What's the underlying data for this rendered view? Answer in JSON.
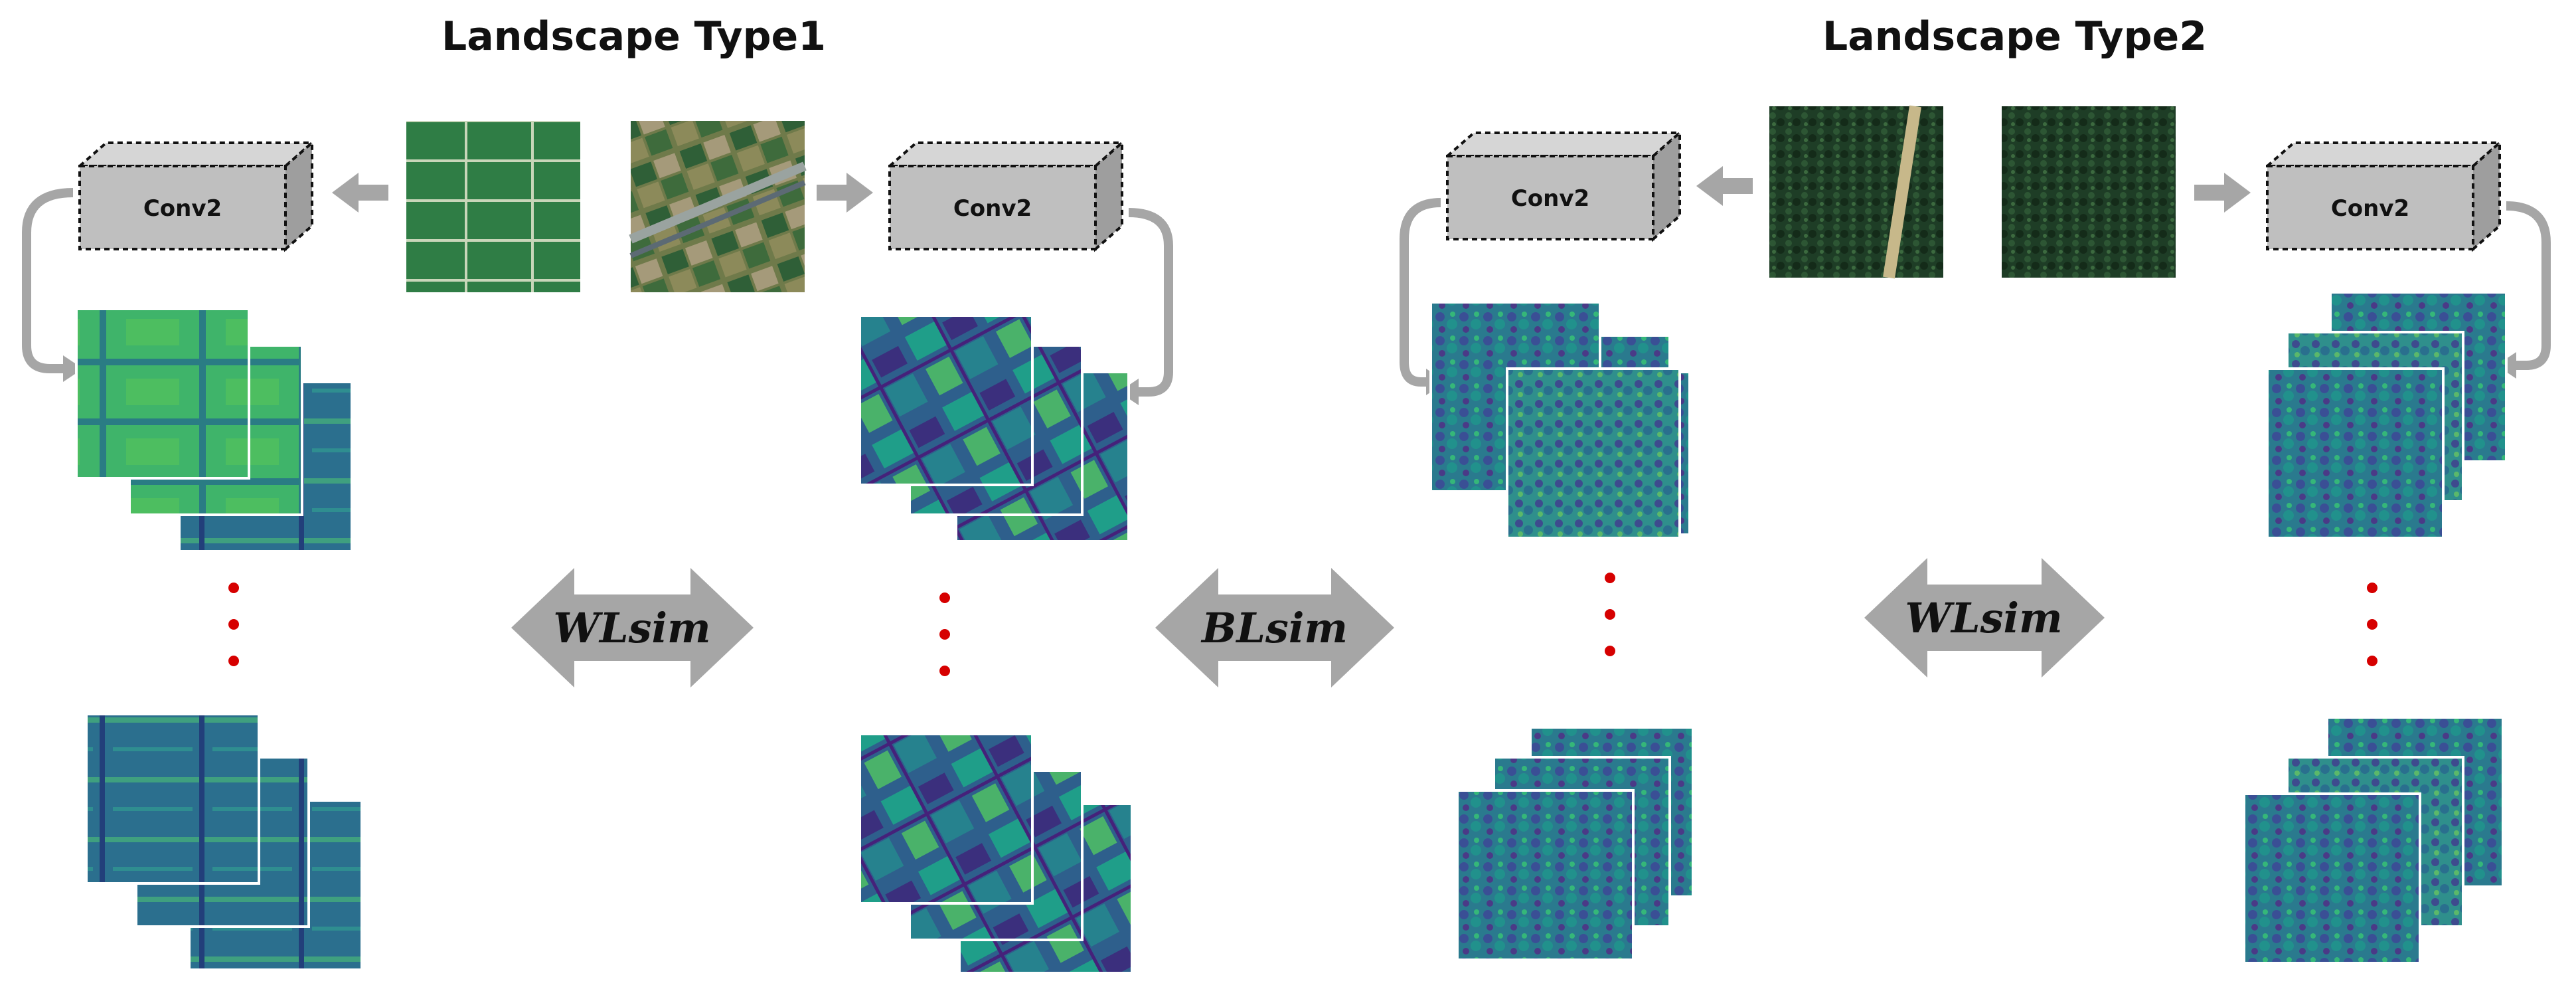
{
  "diagram": {
    "left_panel": {
      "title": "Landscape Type1",
      "conv_left": "Conv2",
      "conv_right": "Conv2"
    },
    "right_panel": {
      "title": "Landscape Type2",
      "conv_left": "Conv2",
      "conv_right": "Conv2"
    },
    "similarity_arrows": {
      "wl_left": "WLsim",
      "bl_center": "BLsim",
      "wl_right": "WLsim"
    }
  },
  "colors": {
    "arrow_gray": "#a6a6a6",
    "conv_fill": "#bfbfbf",
    "ellipsis_red": "#d60000",
    "farm_green": "#2e7d43",
    "forest_green": "#1c3a22"
  }
}
